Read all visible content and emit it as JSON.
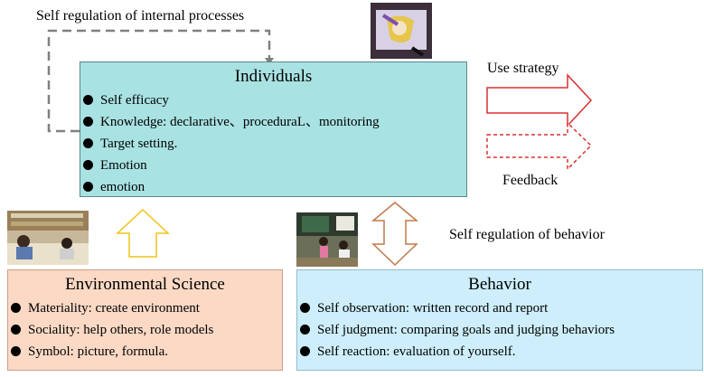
{
  "top_label": "Self regulation of internal processes",
  "individuals": {
    "title": "Individuals",
    "items": [
      "Self efficacy",
      "Knowledge: declarative、proceduraL、monitoring",
      "Target setting.",
      "Emotion",
      "emotion"
    ],
    "fill": "#a9e2e3"
  },
  "environment": {
    "title": "Environmental Science",
    "items": [
      "Materiality: create environment",
      "Sociality: help others, role models",
      "Symbol: picture, formula."
    ],
    "fill": "#fbd9c5"
  },
  "behavior": {
    "title": "Behavior",
    "items": [
      "Self observation: written record and report",
      "Self judgment: comparing goals and judging behaviors",
      "Self reaction: evaluation of yourself."
    ],
    "fill": "#cdeefa"
  },
  "arrows": {
    "use_strategy": "Use strategy",
    "feedback": "Feedback",
    "self_regulation_behavior": "Self regulation of behavior"
  },
  "colors": {
    "red_arrow": "#d9302f",
    "orange_arrow": "#f2c318",
    "brown_arrow": "#c0784a",
    "dashed_loop": "#808080"
  }
}
